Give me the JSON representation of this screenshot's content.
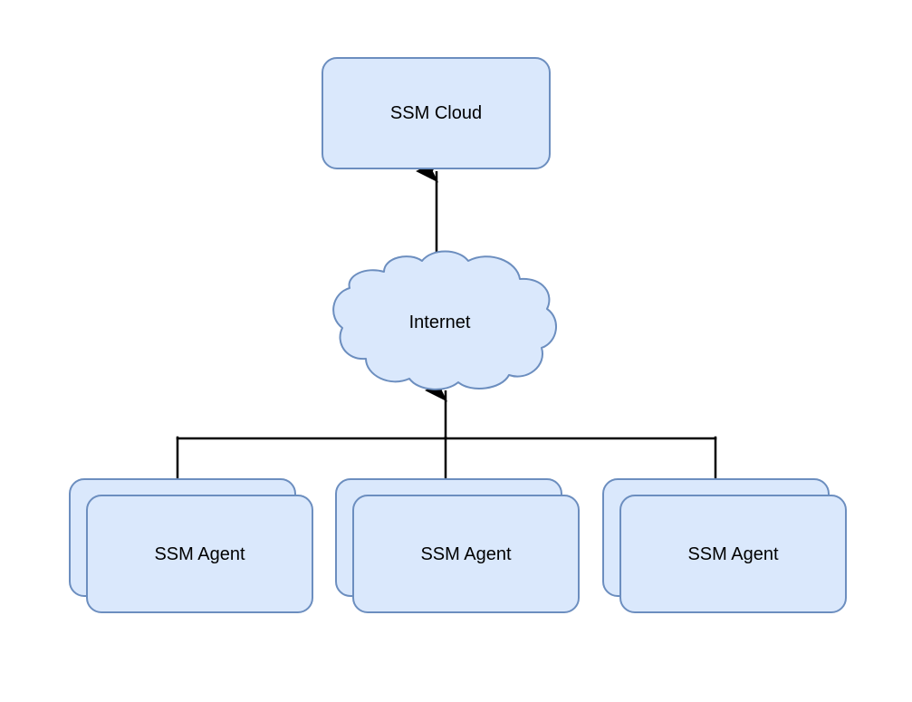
{
  "diagram": {
    "type": "architecture-flow-diagram",
    "background_color": "#ffffff",
    "style": {
      "node_fill": "#dae8fc",
      "node_stroke": "#6c8ebf",
      "edge_color": "#000000",
      "text_color": "#000000",
      "stroke_width": 2
    },
    "nodes": {
      "cloud_service": {
        "label": "SSM Cloud",
        "shape": "rounded-rectangle"
      },
      "internet": {
        "label": "Internet",
        "shape": "cloud"
      },
      "agents": [
        {
          "label": "SSM Agent",
          "shape": "stacked-rounded-rectangle"
        },
        {
          "label": "SSM Agent",
          "shape": "stacked-rounded-rectangle"
        },
        {
          "label": "SSM Agent",
          "shape": "stacked-rounded-rectangle"
        }
      ]
    },
    "edges": [
      {
        "from": "internet",
        "to": "cloud_service",
        "arrow": "up"
      },
      {
        "from": "agents-bus",
        "to": "internet",
        "arrow": "up"
      },
      {
        "from": "agent-1",
        "to": "agents-bus",
        "arrow": "none"
      },
      {
        "from": "agent-2",
        "to": "agents-bus",
        "arrow": "none"
      },
      {
        "from": "agent-3",
        "to": "agents-bus",
        "arrow": "none"
      }
    ]
  }
}
